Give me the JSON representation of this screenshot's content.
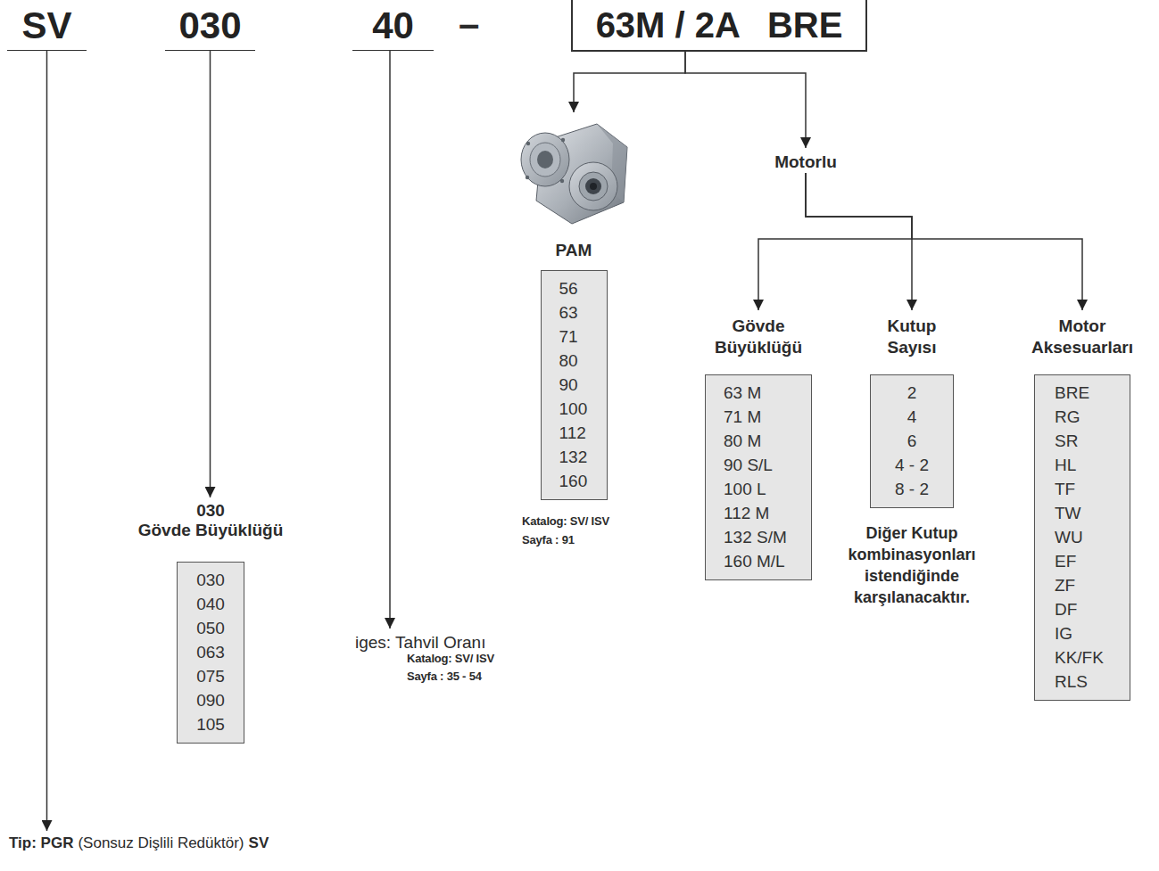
{
  "diagram": {
    "nodes": [
      {
        "text": [
          "SV"
        ]
      },
      {
        "text": [
          "030"
        ]
      },
      {
        "text": [
          "40"
        ]
      },
      {
        "text": [
          "63M / 2A",
          "BRE"
        ]
      },
      {
        "text": [
          "PAM",
          "56",
          "63",
          "71",
          "80",
          "90",
          "100",
          "112",
          "132",
          "160"
        ]
      },
      {
        "text": [
          "Motorlu"
        ]
      },
      {
        "text": [
          "Gövde Büyüklüğü",
          "63 M",
          "71 M",
          "80 M",
          "90 S/L",
          "100 L",
          "112 M",
          "132 S/M",
          "160 M/L"
        ]
      },
      {
        "text": [
          "Kutup Sayısı",
          "2",
          "4",
          "6",
          "4 - 2",
          "8 - 2"
        ]
      },
      {
        "text": [
          "Motor Aksesuarları",
          "BRE",
          "RG",
          "SR",
          "HL",
          "TF",
          "TW",
          "WU",
          "EF",
          "ZF",
          "DF",
          "IG",
          "KK/FK",
          "RLS"
        ]
      },
      {
        "text": [
          "030",
          "Gövde Büyüklüğü",
          "030",
          "040",
          "050",
          "063",
          "075",
          "090",
          "105"
        ]
      },
      {
        "text": [
          "iges: Tahvil Oranı"
        ]
      },
      {
        "text": [
          "Tip: PGR",
          "(Sonsuz Dişlili Redüktör)",
          "SV"
        ]
      }
    ],
    "edges": [
      {
        "from": 0,
        "to": 11,
        "arrow": "to"
      },
      {
        "from": 1,
        "to": 9,
        "arrow": "to"
      },
      {
        "from": 2,
        "to": 10,
        "arrow": "to"
      },
      {
        "from": 3,
        "to": 4,
        "arrow": "to"
      },
      {
        "from": 3,
        "to": 5,
        "arrow": "to"
      },
      {
        "from": 5,
        "to": 6,
        "arrow": "to"
      },
      {
        "from": 5,
        "to": 7,
        "arrow": "to"
      },
      {
        "from": 5,
        "to": 8,
        "arrow": "to"
      }
    ],
    "labels": [
      "–",
      "Katalog: SV/ ISV",
      "Sayfa : 91",
      "Katalog: SV/ ISV",
      "Sayfa : 35 - 54",
      "Diğer Kutup kombinasyonları istendiğinde karşılanacaktır."
    ]
  }
}
